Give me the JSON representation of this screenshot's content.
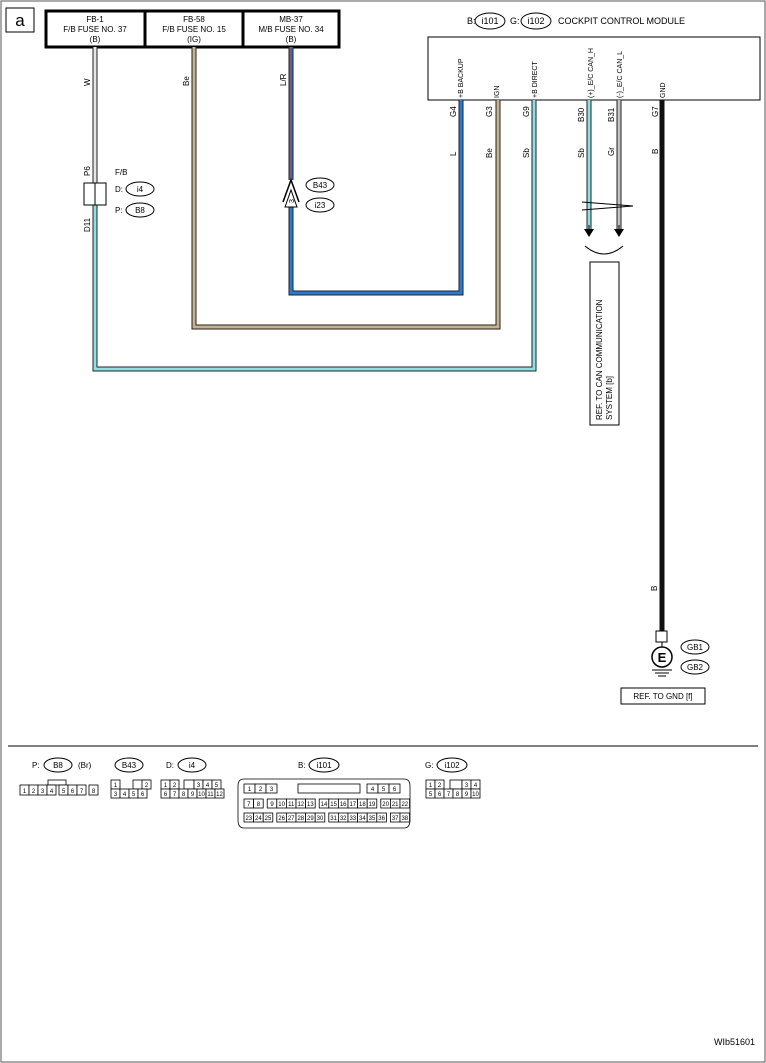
{
  "page": {
    "corner_label": "a",
    "figure_id": "WIb51601"
  },
  "fuses": [
    {
      "id": "FB-1",
      "name": "F/B FUSE NO. 37",
      "supply": "(B)",
      "wire_color": "W"
    },
    {
      "id": "FB-58",
      "name": "F/B FUSE NO. 15",
      "supply": "(IG)",
      "wire_color": "Be"
    },
    {
      "id": "MB-37",
      "name": "M/B FUSE NO. 34",
      "supply": "(B)",
      "wire_color": "L/R"
    }
  ],
  "module": {
    "name": "COCKPIT CONTROL MODULE",
    "connector_b_prefix": "B:",
    "connector_b": "i101",
    "connector_g_prefix": "G:",
    "connector_g": "i102",
    "terminals": [
      {
        "signal": "+B BACKUP",
        "pin": "G4",
        "wire": "L"
      },
      {
        "signal": "IGN",
        "pin": "G3",
        "wire": "Be"
      },
      {
        "signal": "+B DIRECT",
        "pin": "G9",
        "wire": "Sb"
      },
      {
        "signal": "(+)_E/C CAN_H",
        "pin": "B30",
        "wire": "Sb"
      },
      {
        "signal": "(-)_E/C CAN_L",
        "pin": "B31",
        "wire": "Gr"
      },
      {
        "signal": "GND",
        "pin": "G7",
        "wire": "B"
      }
    ]
  },
  "fb_connector": {
    "title": "F/B",
    "d_prefix": "D:",
    "d": "i4",
    "p_prefix": "P:",
    "p": "B8",
    "pin_top": "P6",
    "pin_bottom": "D11"
  },
  "joint_connector": {
    "pin": "3",
    "top": "B43",
    "bottom": "i23"
  },
  "can_ref": "REF. TO CAN COMMUNICATION SYSTEM [b]",
  "ground": {
    "wire": "B",
    "letter": "E",
    "point1": "GB1",
    "point2": "GB2",
    "ref": "REF. TO GND [f]"
  },
  "connector_views": [
    {
      "prefix": "P:",
      "name": "B8",
      "color": "(Br)"
    },
    {
      "prefix": "",
      "name": "B43",
      "color": ""
    },
    {
      "prefix": "D:",
      "name": "i4",
      "color": ""
    },
    {
      "prefix": "B:",
      "name": "i101",
      "color": ""
    },
    {
      "prefix": "G:",
      "name": "i102",
      "color": ""
    }
  ],
  "pins": {
    "b8": [
      "1",
      "2",
      "3",
      "4",
      "5",
      "6",
      "7",
      "8"
    ],
    "b43": [
      "1",
      "2",
      "3",
      "4",
      "5",
      "6"
    ],
    "i4": [
      "1",
      "2",
      "3",
      "4",
      "5",
      "6",
      "7",
      "8",
      "9",
      "10",
      "11",
      "12"
    ],
    "i101_row1": [
      "1",
      "2",
      "3",
      "4",
      "5",
      "6"
    ],
    "i101_row2": [
      "7",
      "8",
      "9",
      "10",
      "11",
      "12",
      "13",
      "14",
      "15",
      "16",
      "17",
      "18",
      "19",
      "20",
      "21",
      "22"
    ],
    "i101_row3": [
      "23",
      "24",
      "25",
      "26",
      "27",
      "28",
      "29",
      "30",
      "31",
      "32",
      "33",
      "34",
      "35",
      "36",
      "37",
      "38"
    ],
    "i102": [
      "1",
      "2",
      "3",
      "4",
      "5",
      "6",
      "7",
      "8",
      "9",
      "10"
    ]
  },
  "colors": {
    "wire_w": "#d8d8d8",
    "wire_be": "#c8b090",
    "wire_l": "#2a7ad4",
    "wire_lr_stripe": "#c0392b",
    "wire_sb": "#8fe0e6",
    "wire_gr": "#b8b8b8",
    "wire_b": "#111111"
  }
}
